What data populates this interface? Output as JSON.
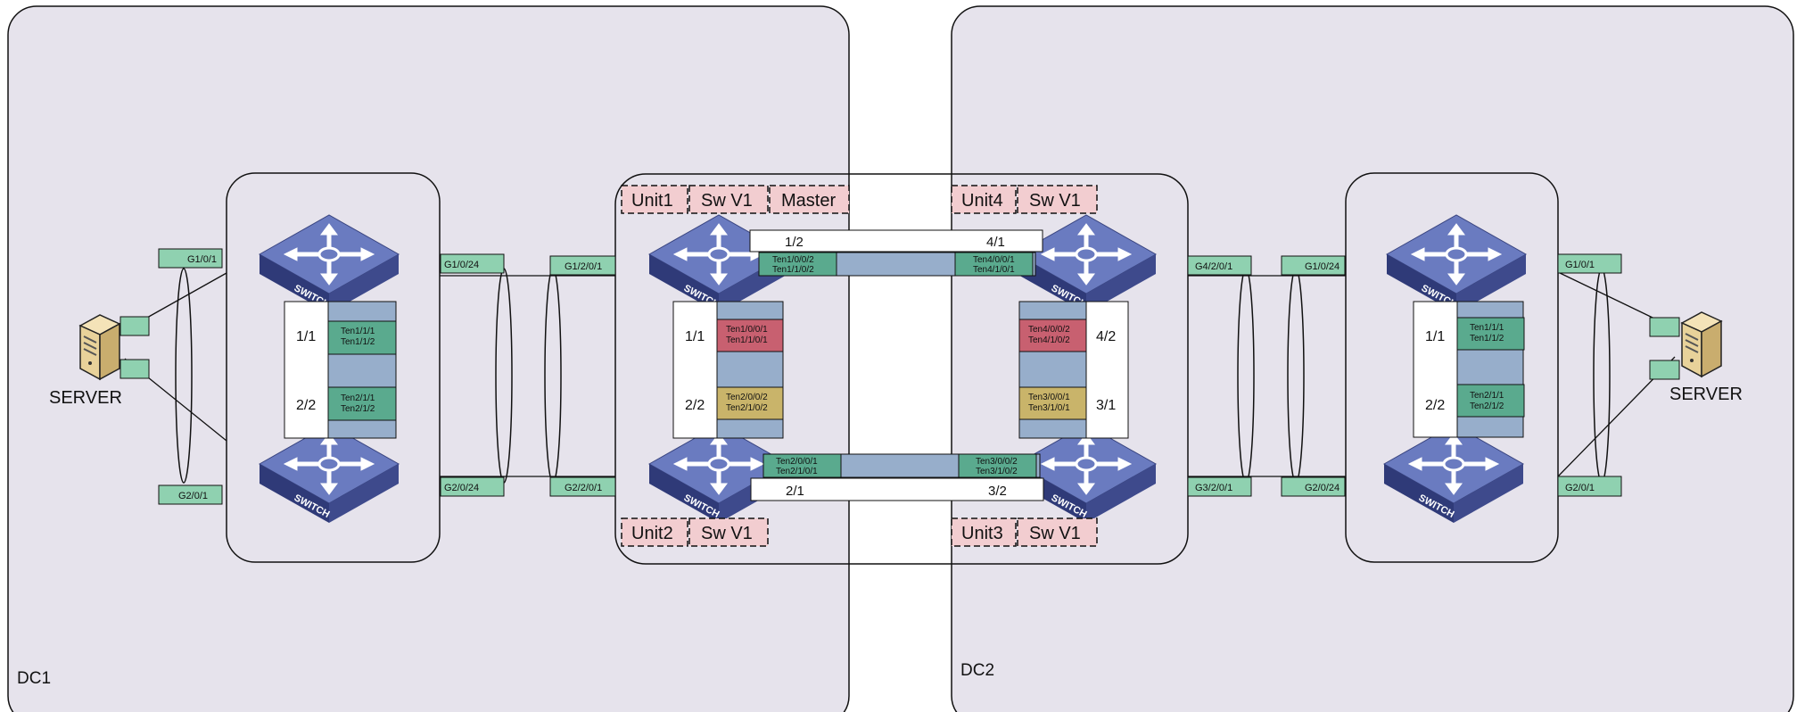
{
  "colors": {
    "dc_fill": "#e6e3ec",
    "port_green": "#8fd1b0",
    "port_teal": "#5aaa8e",
    "port_red": "#c86070",
    "port_tan": "#c9b46a",
    "port_blue": "#97aecb",
    "label_pink": "#f2cdd0",
    "switch_blue": "#4b5a9c"
  },
  "icons": {
    "switch": "switch-icon",
    "server": "server-icon"
  },
  "dc1": {
    "label": "DC1",
    "server": {
      "label": "SERVER",
      "port_top": "G1/0/1",
      "port_bottom": "G2/0/1"
    },
    "access": {
      "irf_top": "1/1",
      "irf_bottom": "2/2",
      "ten_top": [
        "Ten1/1/1",
        "Ten1/1/2"
      ],
      "ten_bottom": [
        "Ten2/1/1",
        "Ten2/1/2"
      ],
      "up_top": "G1/0/24",
      "up_bottom": "G2/0/24",
      "switch_label": "SWITCH"
    },
    "core": {
      "down_top": "G1/2/0/1",
      "down_bottom": "G2/2/0/1",
      "unit_top": [
        "Unit1",
        "Sw V1",
        "Master"
      ],
      "unit_bottom": [
        "Unit2",
        "Sw V1"
      ],
      "irf_top": "1/1",
      "irf_bottom": "2/2",
      "ten_top": [
        "Ten1/0/0/1",
        "Ten1/1/0/1"
      ],
      "ten_bottom": [
        "Ten2/0/0/2",
        "Ten2/1/0/2"
      ]
    }
  },
  "dc2": {
    "label": "DC2",
    "server": {
      "label": "SERVER",
      "port_top": "G1/0/1",
      "port_bottom": "G2/0/1"
    },
    "access": {
      "irf_top": "1/1",
      "irf_bottom": "2/2",
      "ten_top": [
        "Ten1/1/1",
        "Ten1/1/2"
      ],
      "ten_bottom": [
        "Ten2/1/1",
        "Ten2/1/2"
      ],
      "down_top": "G1/0/24",
      "down_bottom": "G2/0/24"
    },
    "core": {
      "up_top": "G4/2/0/1",
      "up_bottom": "G3/2/0/1",
      "unit_top": [
        "Unit4",
        "Sw V1"
      ],
      "unit_bottom": [
        "Unit3",
        "Sw V1"
      ],
      "irf_top": "4/2",
      "irf_bottom": "3/1",
      "ten_top": [
        "Ten4/0/0/2",
        "Ten4/1/0/2"
      ],
      "ten_bottom": [
        "Ten3/0/0/1",
        "Ten3/1/0/1"
      ]
    }
  },
  "irf_link": {
    "top_left": "1/2",
    "top_right": "4/1",
    "bottom_left": "2/1",
    "bottom_right": "3/2",
    "top_left_ten": [
      "Ten1/0/0/2",
      "Ten1/1/0/2"
    ],
    "top_right_ten": [
      "Ten4/0/0/1",
      "Ten4/1/0/1"
    ],
    "bottom_left_ten": [
      "Ten2/0/0/1",
      "Ten2/1/0/1"
    ],
    "bottom_right_ten": [
      "Ten3/0/0/2",
      "Ten3/1/0/2"
    ]
  }
}
